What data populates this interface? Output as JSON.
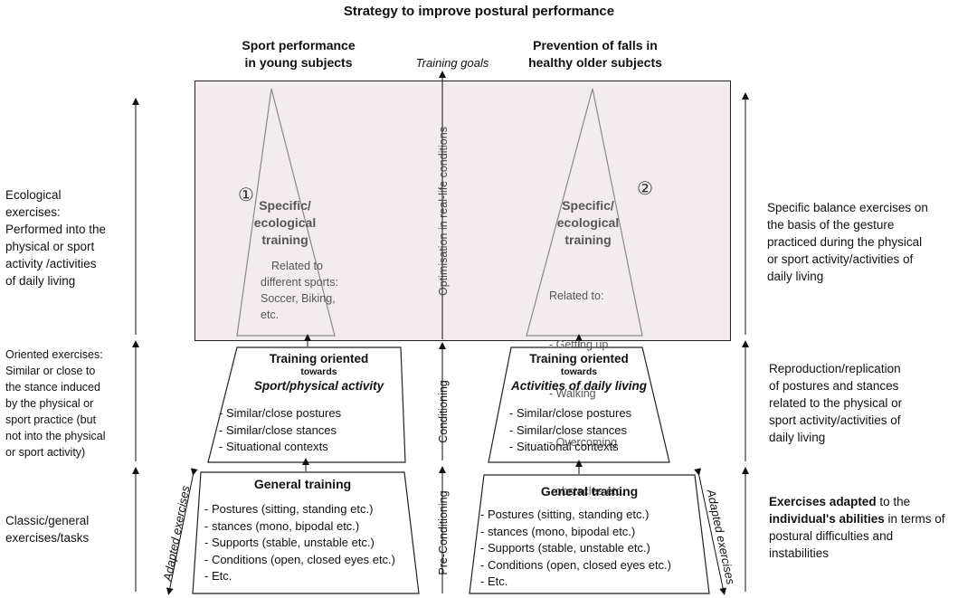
{
  "title": "Strategy to improve postural performance",
  "columns": {
    "left_header": [
      "Sport performance",
      "in young subjects"
    ],
    "right_header": [
      "Prevention of falls in",
      "healthy older subjects"
    ],
    "center_label": "Training goals"
  },
  "axis_labels": {
    "optimisation": "Optimisation in real-life conditions",
    "conditioning": "Conditioning",
    "pre_conditioning": "Pre-Conditioning",
    "adapted_left": "Adapted exercises",
    "adapted_right": "Adapted exercises"
  },
  "left_side": {
    "ecological": [
      "Ecological",
      "exercises:",
      "Performed into the",
      "physical or sport",
      "activity /activities",
      "of daily living"
    ],
    "oriented": [
      "Oriented exercises:",
      "Similar or close to",
      "the stance induced",
      "by the physical or",
      "sport practice (but",
      "not into the physical",
      "or sport activity)"
    ],
    "classic": [
      "Classic/general",
      "exercises/tasks"
    ]
  },
  "right_side": {
    "specific": [
      "Specific balance exercises on",
      "the basis of the gesture",
      "practiced during the physical",
      "or sport activity/activities of",
      "daily living"
    ],
    "reproduction": [
      "Reproduction/replication",
      "of postures and stances",
      "related to the physical or",
      "sport activity/activities of",
      "daily living"
    ],
    "adapted_bold1": "Exercises adapted",
    "adapted_plain1": " to the",
    "adapted_bold2": "individual's abilities",
    "adapted_plain2": " in terms of",
    "adapted_rest": [
      "postural difficulties and",
      "instabilities"
    ]
  },
  "pyramid_left": {
    "number": "①",
    "title": [
      "Specific/",
      "ecological",
      "training"
    ],
    "related": [
      "Related to",
      "different sports:",
      "Soccer, Biking,",
      "etc."
    ]
  },
  "pyramid_right": {
    "number": "②",
    "title": [
      "Specific/",
      "ecological",
      "training"
    ],
    "related": [
      "Related to:",
      "- Getting up",
      "- Walking",
      "- Overcoming",
      "  obstacles etc."
    ]
  },
  "oriented_left": {
    "line1": "Training oriented",
    "line2": "towards",
    "line3": "Sport/physical activity",
    "items": [
      "- Similar/close postures",
      "- Similar/close stances",
      "- Situational contexts"
    ]
  },
  "oriented_right": {
    "line1": "Training oriented",
    "line2": "towards",
    "line3": "Activities of daily living",
    "items": [
      "- Similar/close postures",
      "- Similar/close stances",
      "- Situational contexts"
    ]
  },
  "general_left": {
    "title": "General training",
    "items": [
      "- Postures (sitting, standing etc.)",
      "- stances (mono, bipodal etc.)",
      "- Supports (stable, unstable etc.)",
      "- Conditions (open, closed eyes etc.)",
      "- Etc."
    ]
  },
  "general_right": {
    "title": "General training",
    "items": [
      "- Postures (sitting, standing etc.)",
      "- stances (mono, bipodal etc.)",
      "- Supports (stable, unstable etc.)",
      "- Conditions (open, closed eyes etc.)",
      "- Etc."
    ]
  }
}
